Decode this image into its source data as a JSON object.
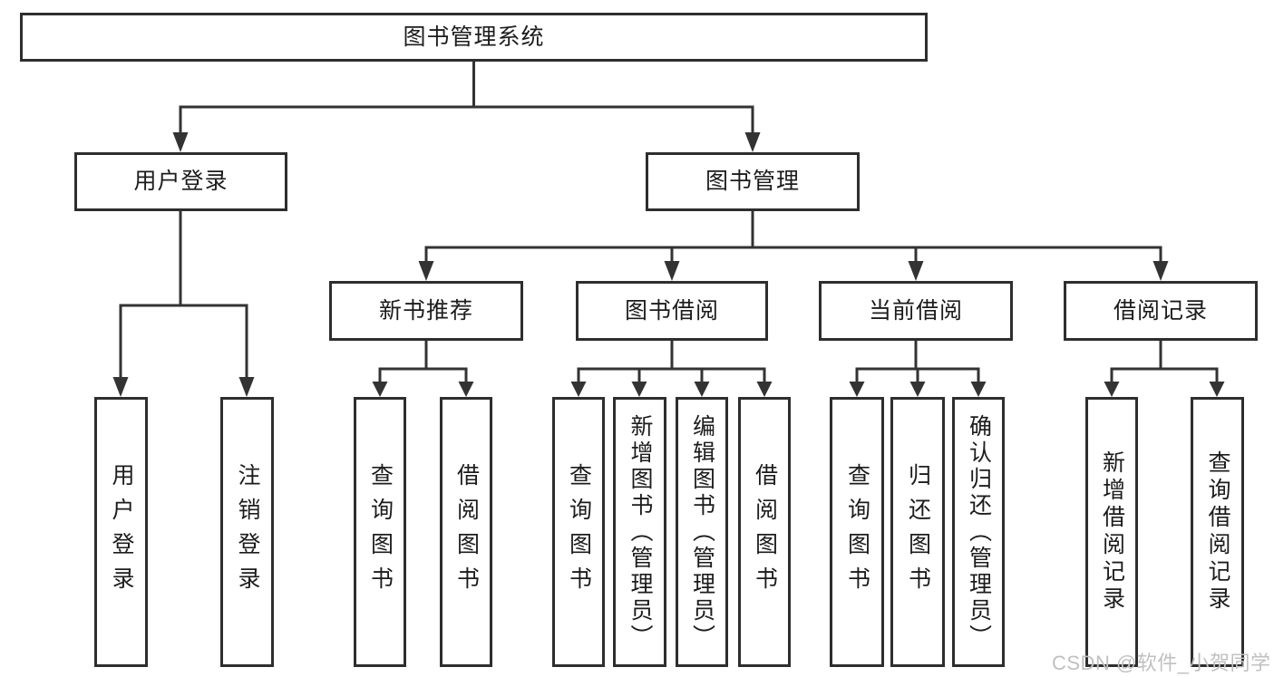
{
  "diagram": {
    "root": "图书管理系统",
    "branches": [
      {
        "label": "用户登录",
        "children": [
          "用户登录",
          "注销登录"
        ]
      },
      {
        "label": "图书管理",
        "children": [
          {
            "label": "新书推荐",
            "children": [
              "查询图书",
              "借阅图书"
            ]
          },
          {
            "label": "图书借阅",
            "children": [
              "查询图书",
              "新增图书（管理员）",
              "编辑图书（管理员）",
              "借阅图书"
            ]
          },
          {
            "label": "当前借阅",
            "children": [
              "查询图书",
              "归还图书",
              "确认归还（管理员）"
            ]
          },
          {
            "label": "借阅记录",
            "children": [
              "新增借阅记录",
              "查询借阅记录"
            ]
          }
        ]
      }
    ]
  },
  "watermark": "CSDN @软件_小贺同学",
  "colors": {
    "line": "#333333",
    "box_border": "#2e2e2e",
    "text": "#1c1c1c",
    "watermark": "#c0c0c0",
    "background": "#ffffff"
  }
}
